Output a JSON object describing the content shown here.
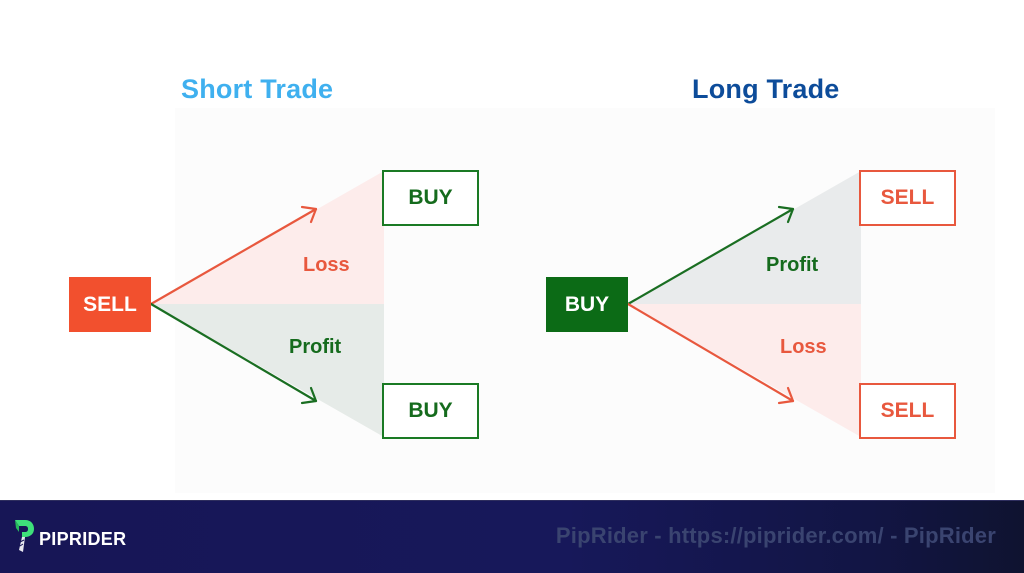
{
  "short_trade": {
    "title": "Short Trade",
    "entry": "SELL",
    "exit_top": "BUY",
    "exit_bottom": "BUY",
    "top_label": "Loss",
    "bottom_label": "Profit"
  },
  "long_trade": {
    "title": "Long Trade",
    "entry": "BUY",
    "exit_top": "SELL",
    "exit_bottom": "SELL",
    "top_label": "Profit",
    "bottom_label": "Loss"
  },
  "footer": {
    "logo_text": "PIPRIDER",
    "watermark": "PipRider - https://piprider.com/ - PipRider"
  },
  "colors": {
    "sell_red": "#f2502e",
    "buy_green": "#0c6b16",
    "loss_fill": "#fdeceb",
    "profit_fill": "#e6ebe8",
    "short_title": "#3fb0ef",
    "long_title": "#0d4c9a",
    "footer_bg": "#17185a"
  }
}
